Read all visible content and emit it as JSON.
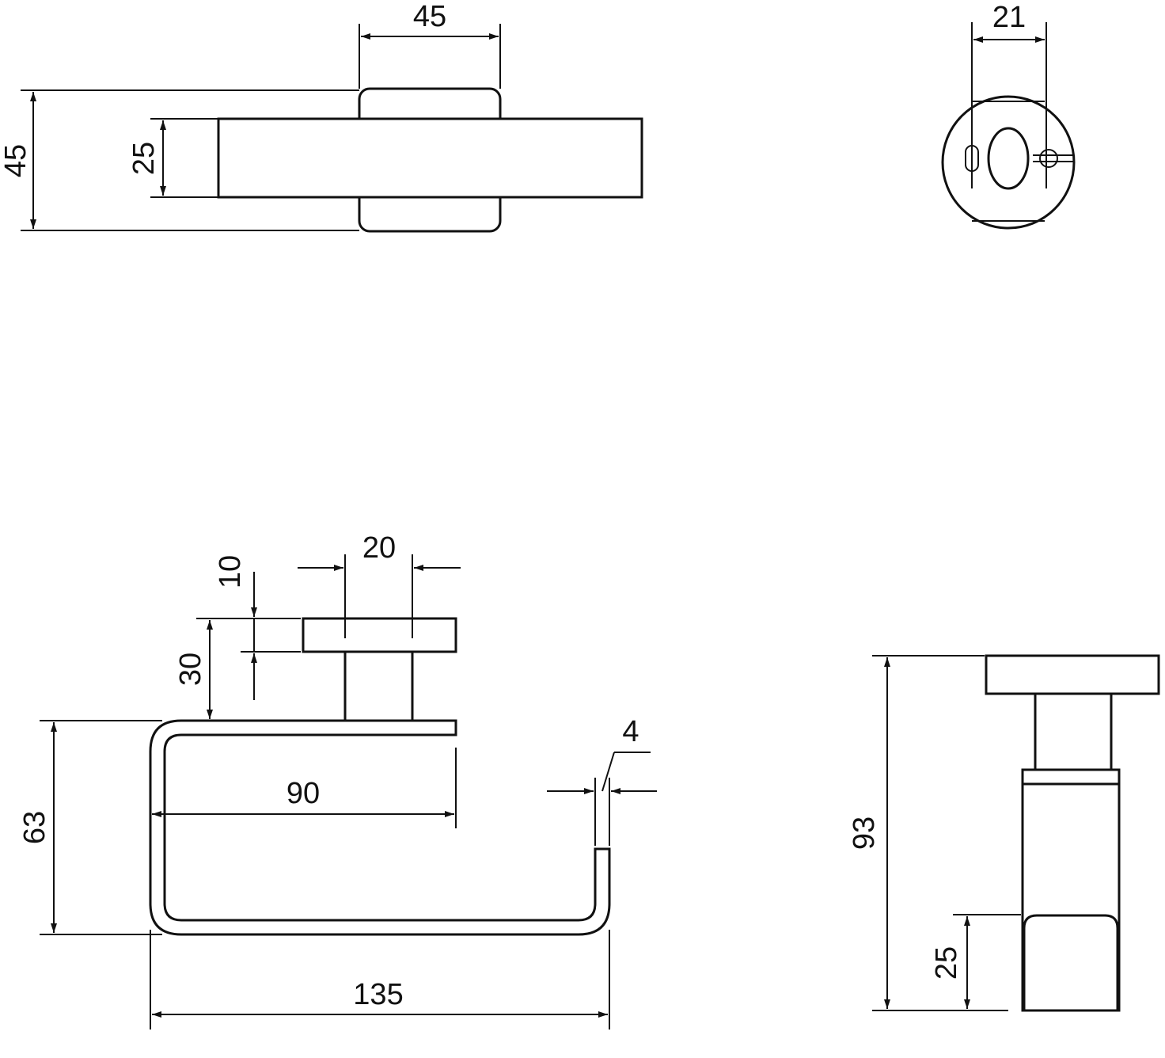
{
  "drawing": {
    "top_view": {
      "width_label": "45",
      "height_label": "45",
      "bar_label": "25"
    },
    "end_view": {
      "diameter_label": "21"
    },
    "front_view": {
      "rosette_label": "20",
      "rosette_thickness_label": "10",
      "post_label": "30",
      "height_label": "63",
      "inner_width_label": "90",
      "rod_label": "4",
      "overall_label": "135"
    },
    "side_view": {
      "overall_label": "93",
      "tip_label": "25"
    }
  }
}
